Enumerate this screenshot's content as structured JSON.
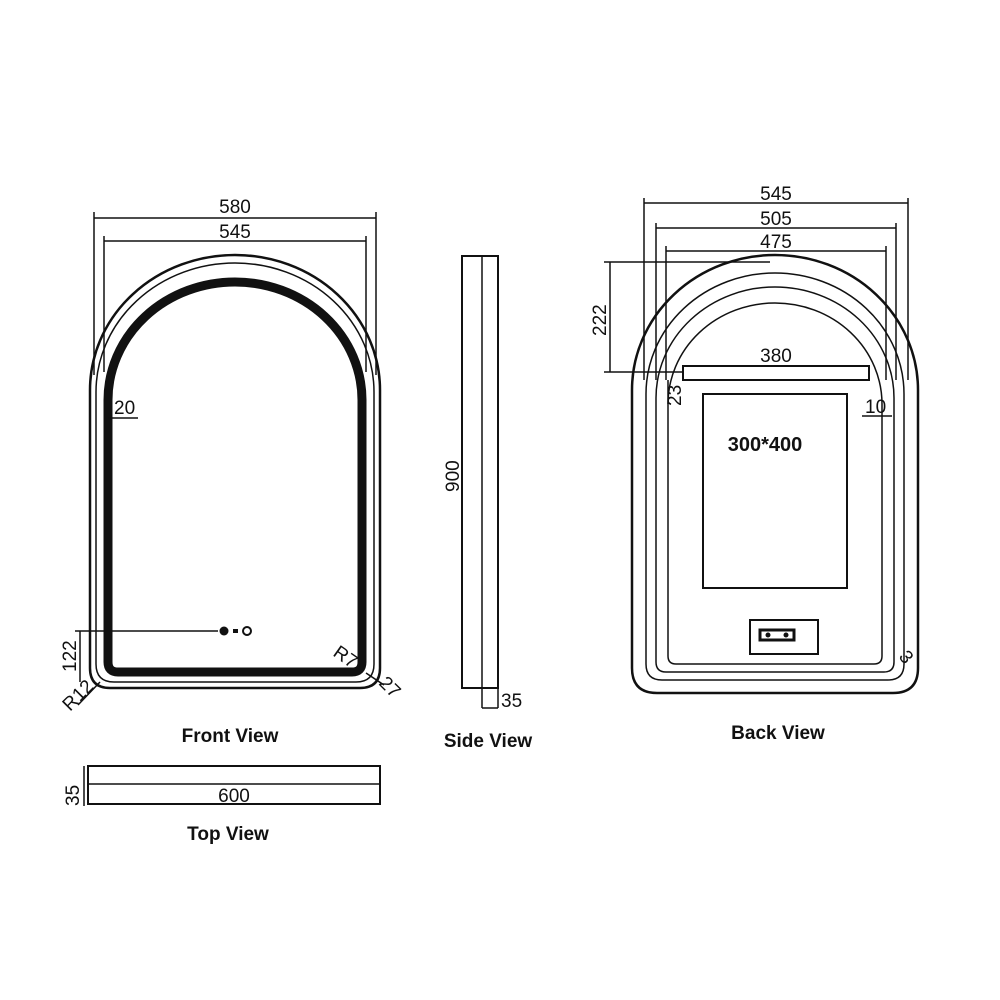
{
  "front_view": {
    "caption": "Front View",
    "dims": {
      "outer_width": "580",
      "inner_width": "545",
      "border": "20",
      "switch_height": "122",
      "radius_outer": "R12",
      "radius_inner": "R7",
      "corner": "27"
    }
  },
  "side_view": {
    "caption": "Side View",
    "dims": {
      "height": "900",
      "depth": "35"
    }
  },
  "top_view": {
    "caption": "Top View",
    "dims": {
      "depth": "35",
      "width": "600"
    }
  },
  "back_view": {
    "caption": "Back View",
    "dims": {
      "w1": "545",
      "w2": "505",
      "w3": "475",
      "arch_height": "222",
      "bar_width": "380",
      "bar_offset": "23",
      "side_gap": "10",
      "panel": "300*400",
      "corner": "3"
    }
  },
  "colors": {
    "line": "#111111",
    "background": "#ffffff"
  }
}
